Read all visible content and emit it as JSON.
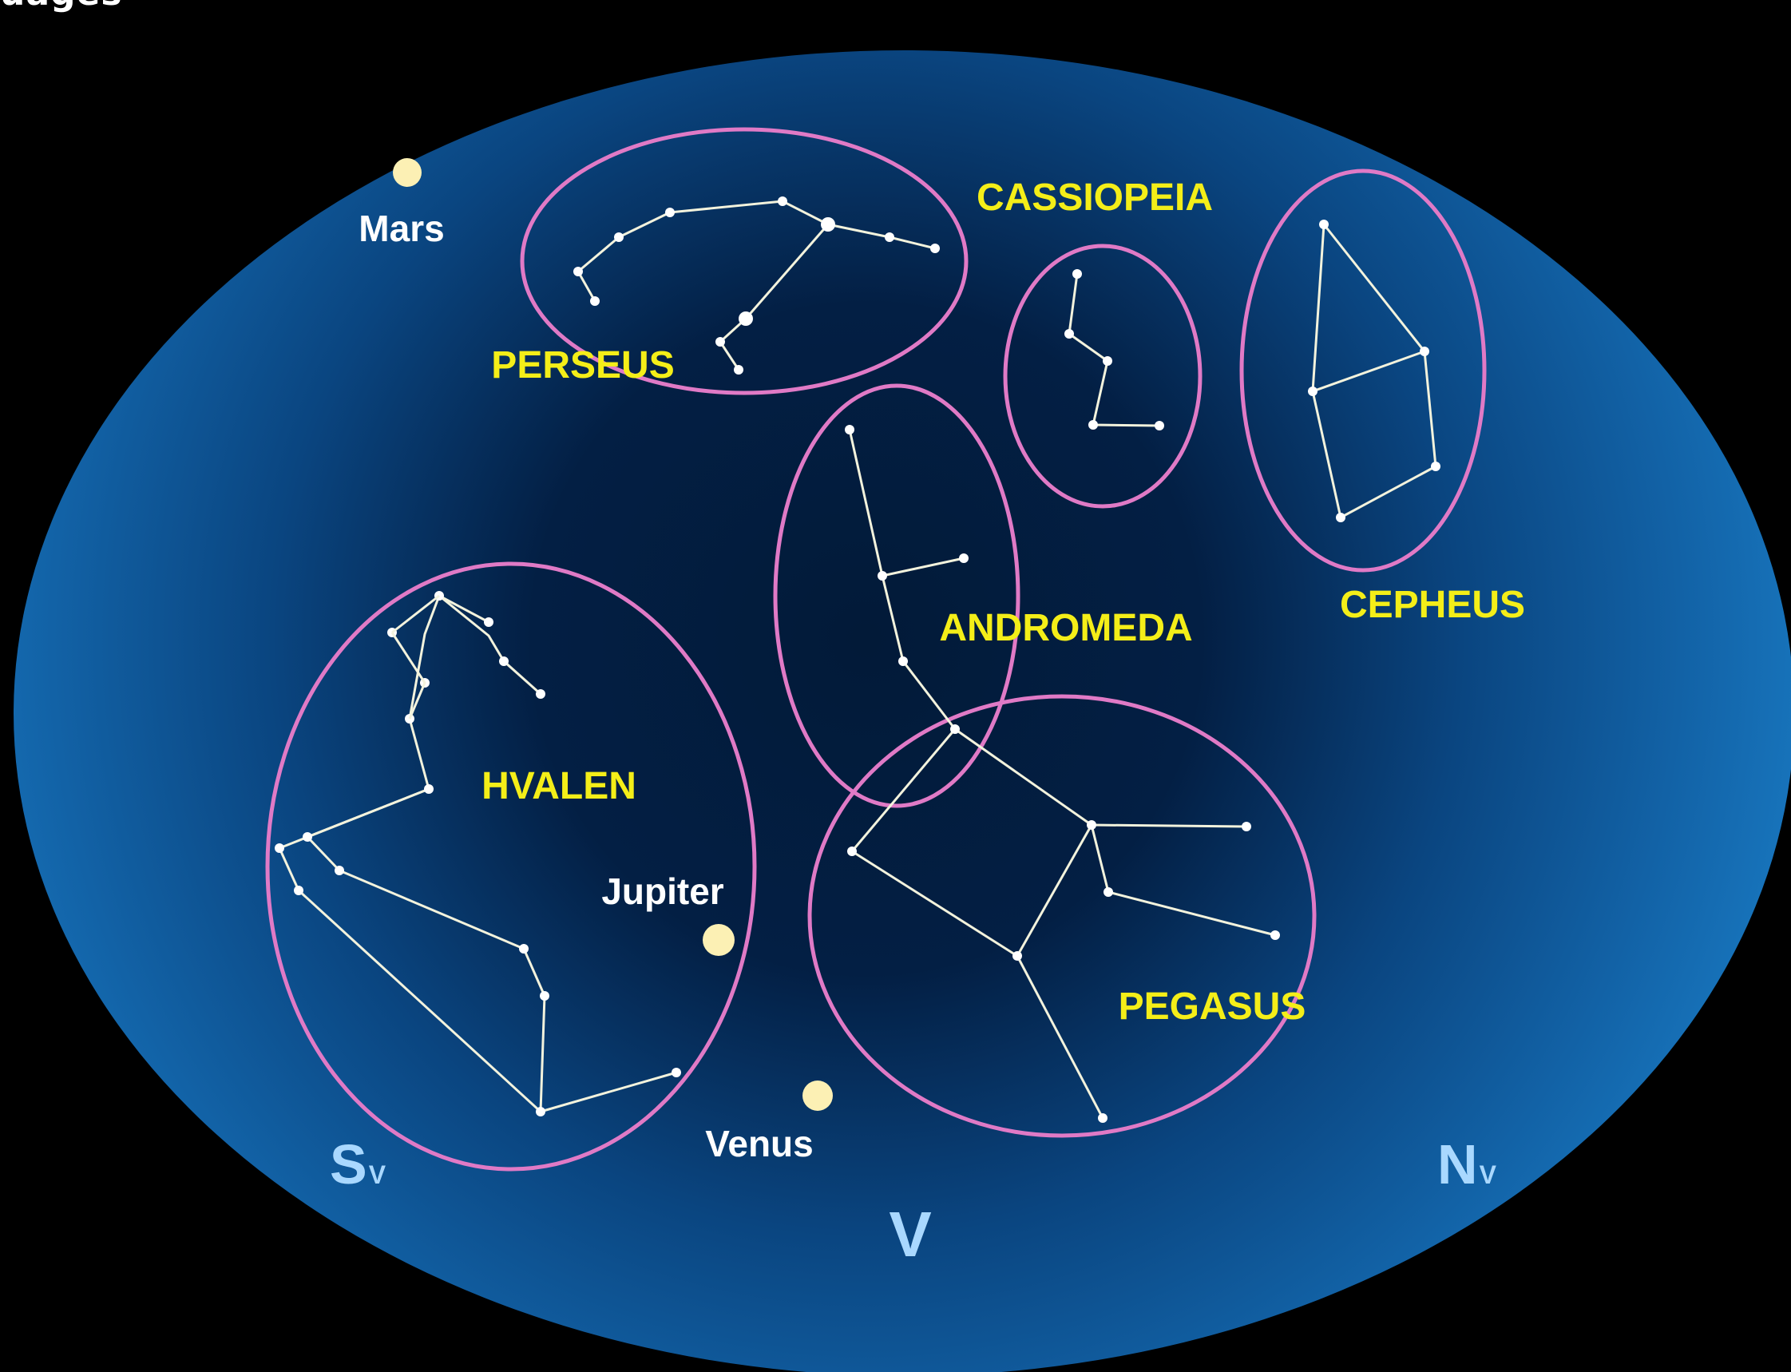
{
  "corner_title": "uages",
  "colors": {
    "background": "#000000",
    "sky_center": "#021a38",
    "sky_edge": "#1262a6",
    "ring": "#e07ac6",
    "constellation_label": "#f4ee18",
    "planet_label": "#ffffff",
    "planet": "#fcf0b4",
    "direction_label": "#a9d8ff",
    "line": "#f3f3dd",
    "star": "#ffffff"
  },
  "constellations": [
    {
      "id": "perseus",
      "label": "PERSEUS"
    },
    {
      "id": "cassiopeia",
      "label": "CASSIOPEIA"
    },
    {
      "id": "cepheus",
      "label": "CEPHEUS"
    },
    {
      "id": "andromeda",
      "label": "ANDROMEDA"
    },
    {
      "id": "hvalen",
      "label": "HVALEN"
    },
    {
      "id": "pegasus",
      "label": "PEGASUS"
    }
  ],
  "planets": [
    {
      "id": "mars",
      "label": "Mars"
    },
    {
      "id": "jupiter",
      "label": "Jupiter"
    },
    {
      "id": "venus",
      "label": "Venus"
    }
  ],
  "directions": {
    "southwest": {
      "main": "S",
      "sub": "V"
    },
    "west": {
      "main": "V"
    },
    "northwest": {
      "main": "N",
      "sub": "V"
    }
  }
}
